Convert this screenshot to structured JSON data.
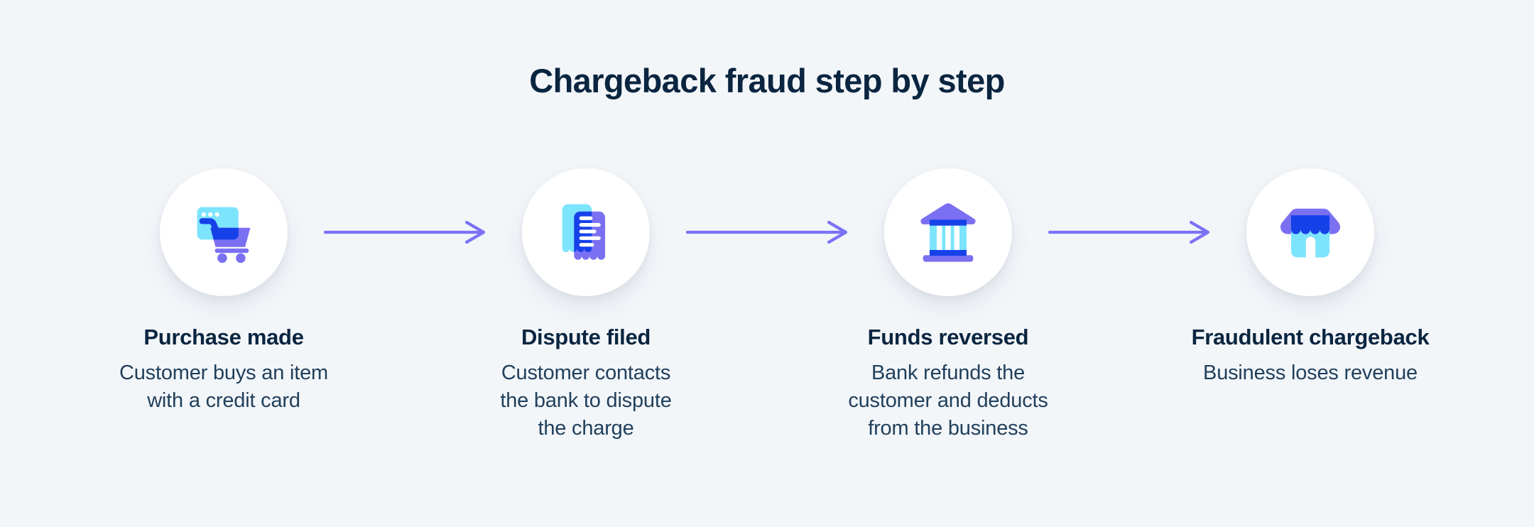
{
  "page": {
    "title": "Chargeback fraud step by step",
    "background_color": "#f3f6f9",
    "title_color": "#0a2540",
    "body_text_color": "#21405c"
  },
  "icon_palette": {
    "cyan": "#7ce4fc",
    "purple": "#7b70f2",
    "dark_blue": "#1641e9",
    "circle_background": "#ffffff"
  },
  "connector": {
    "style": "arrow-right",
    "color": "#7b72f6"
  },
  "steps": [
    {
      "title": "Purchase made",
      "description": "Customer buys an item\nwith a credit card",
      "icon": "shopping-cart-icon"
    },
    {
      "title": "Dispute filed",
      "description": "Customer contacts\nthe bank to dispute\nthe charge",
      "icon": "receipt-icon"
    },
    {
      "title": "Funds reversed",
      "description": "Bank refunds the\ncustomer and deducts\nfrom the business",
      "icon": "bank-icon"
    },
    {
      "title": "Fraudulent chargeback",
      "description": "Business loses revenue",
      "icon": "storefront-icon"
    }
  ]
}
